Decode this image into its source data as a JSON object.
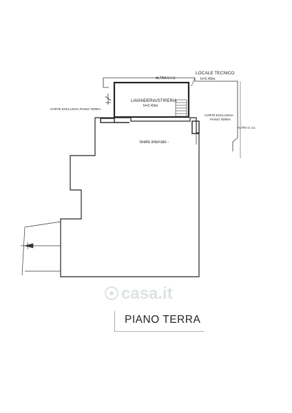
{
  "labels": {
    "altra_uiu_top": "ALTRA U.I.U.",
    "locale_tecnico": "LOCALE TECNICO",
    "locale_tecnico_h": "h=2.43m",
    "lavanderia": "LAVANDERIA/STIRERIA",
    "lavanderia_h": "h=2.43m",
    "corte_left": "CORTE ESCLUSIVA PIANO TERRA",
    "corte_right_1": "CORTE ESCLUSIVA",
    "corte_right_2": "PIANO TERRA",
    "altra_uiu_right": "ALTRA U.I.U.",
    "livello_interrato": "livello interrato -"
  },
  "watermark": "casa.it",
  "title": "PIANO TERRA"
}
